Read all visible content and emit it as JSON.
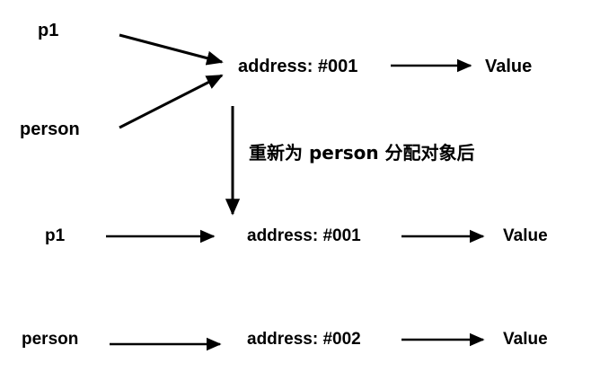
{
  "diagram": {
    "title_text": "",
    "colors": {
      "background": "#ffffff",
      "stroke": "#000000",
      "text": "#000000"
    },
    "rows": {
      "top": {
        "source_upper_label": "p1",
        "source_lower_label": "person",
        "address_label": "address: #001",
        "value_label": "Value"
      },
      "middle": {
        "source_label": "p1",
        "address_label": "address: #001",
        "value_label": "Value"
      },
      "bottom": {
        "source_label": "person",
        "address_label": "address: #002",
        "value_label": "Value"
      }
    },
    "transition": {
      "caption": "重新为 person 分配对象后"
    },
    "icons": {
      "arrow_up_diagonal": "arrow-right-icon",
      "arrow_down_diagonal": "arrow-right-icon",
      "arrow_vertical": "arrow-down-icon",
      "arrow_horizontal": "arrow-right-icon"
    }
  }
}
